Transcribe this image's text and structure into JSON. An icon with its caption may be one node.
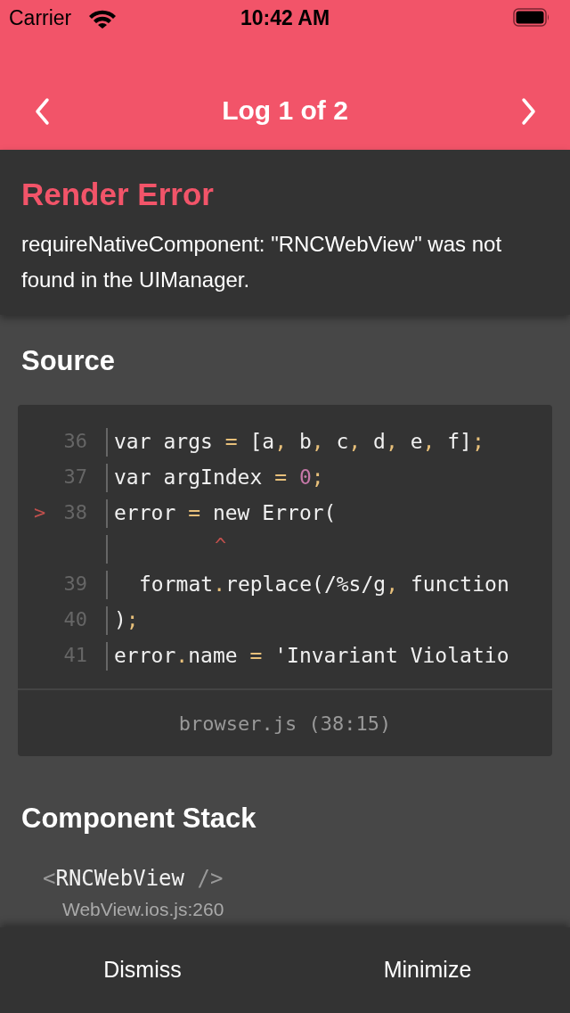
{
  "diagram": {
    "labels": [
      "Carrier",
      "10:42 AM",
      "Log 1 of 2",
      "Render Error",
      "requireNativeComponent: \"RNCWebView\" was not found in the UIManager.",
      "Source",
      "36",
      "var args = [a, b, c, d, e, f];",
      "37",
      "var argIndex = 0;",
      ">",
      "38",
      "error = new Error(",
      "^",
      "39",
      "format.replace(/%s/g, function",
      "40",
      ");",
      "41",
      "error.name = 'Invariant Violatio",
      "browser.js (38:15)",
      "Component Stack",
      "<RNCWebView />",
      "WebView.ios.js:260",
      "Dismiss",
      "Minimize"
    ]
  }
}
